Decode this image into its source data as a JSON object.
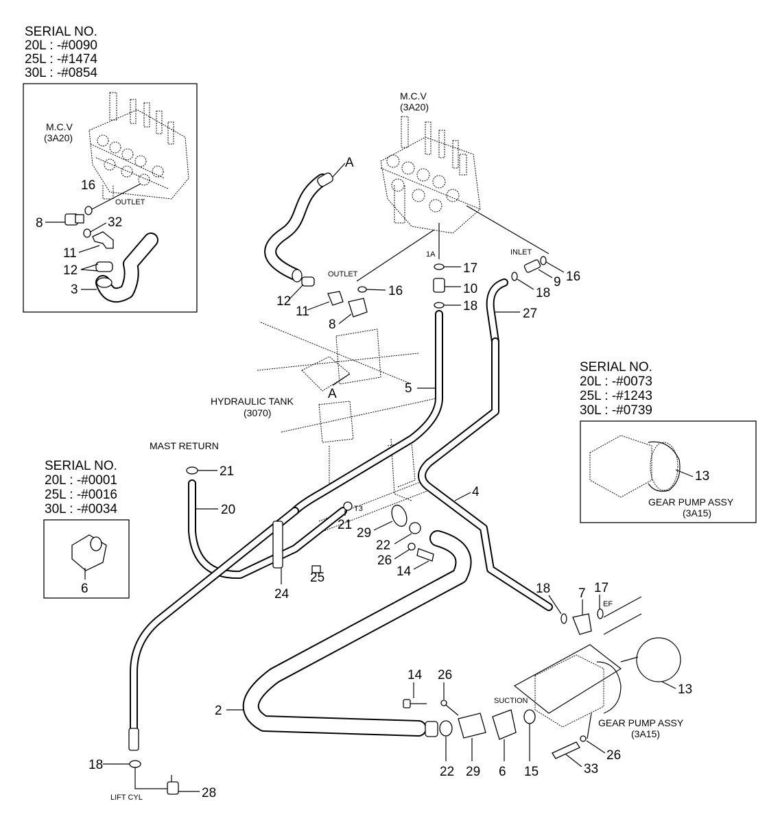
{
  "serial_blocks": [
    {
      "title": "SERIAL NO.",
      "lines": [
        "20L : -#0090",
        "25L : -#1474",
        "30L : -#0854"
      ]
    },
    {
      "title": "SERIAL NO.",
      "lines": [
        "20L : -#0073",
        "25L : -#1243",
        "30L : -#0739"
      ]
    },
    {
      "title": "SERIAL NO.",
      "lines": [
        "20L : -#0001",
        "25L : -#0016",
        "30L : -#0034"
      ]
    }
  ],
  "inset_mcv": {
    "name": "M.C.V",
    "code": "(3A20)",
    "outlet": "OUTLET",
    "callouts": [
      "16",
      "8",
      "32",
      "11",
      "12",
      "3"
    ]
  },
  "main_mcv": {
    "name": "M.C.V",
    "code": "(3A20)"
  },
  "labels": {
    "outlet": "OUTLET",
    "inlet": "INLET",
    "port_1a": "1A",
    "ref_a_top": "A",
    "ref_a_tank": "A",
    "tank_name": "HYDRAULIC TANK",
    "tank_code": "(3070)",
    "mast_return": "MAST RETURN",
    "port_t3": "T3",
    "port_ef": "EF",
    "suction": "SUCTION",
    "lift_cyl": "LIFT CYL",
    "pump_name": "GEAR PUMP ASSY",
    "pump_code": "(3A15)"
  },
  "inset_pump": {
    "callout": "13",
    "name": "GEAR PUMP ASSY",
    "code": "(3A15)"
  },
  "inset_flange": {
    "callout": "6"
  },
  "callouts": {
    "c16a": "16",
    "c12": "12",
    "c11": "11",
    "c8": "8",
    "c17a": "17",
    "c10": "10",
    "c18a": "18",
    "c9": "9",
    "c16b": "16",
    "c18b": "18",
    "c27": "27",
    "c5": "5",
    "c21a": "21",
    "c20": "20",
    "c4": "4",
    "c21b": "21",
    "c29a": "29",
    "c22a": "22",
    "c26a": "26",
    "c14a": "14",
    "c25": "25",
    "c24": "24",
    "c18c": "18",
    "c7": "7",
    "c17b": "17",
    "c13": "13",
    "c14b": "14",
    "c26b": "26",
    "c2": "2",
    "c22b": "22",
    "c29b": "29",
    "c6": "6",
    "c15": "15",
    "c33": "33",
    "c26c": "26",
    "c18d": "18",
    "c28": "28"
  }
}
